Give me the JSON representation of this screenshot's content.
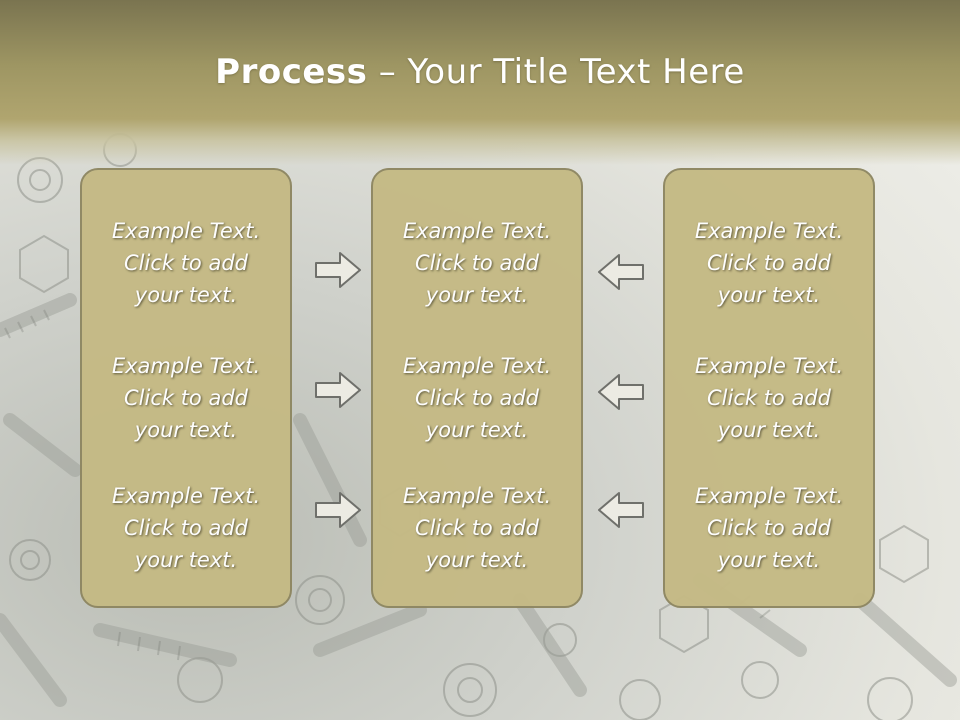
{
  "title": {
    "bold": "Process",
    "dash": " – ",
    "rest": "Your Title Text Here"
  },
  "columns": [
    {
      "items": [
        {
          "line1": "Example Text.",
          "line2": "Click  to add",
          "line3": "your text."
        },
        {
          "line1": "Example Text.",
          "line2": "Click  to add",
          "line3": "your text."
        },
        {
          "line1": "Example Text.",
          "line2": "Click  to add",
          "line3": "your text."
        }
      ]
    },
    {
      "items": [
        {
          "line1": "Example Text.",
          "line2": "Click  to add",
          "line3": "your text."
        },
        {
          "line1": "Example Text.",
          "line2": "Click  to add",
          "line3": "your text."
        },
        {
          "line1": "Example Text.",
          "line2": "Click  to add",
          "line3": "your text."
        }
      ]
    },
    {
      "items": [
        {
          "line1": "Example Text.",
          "line2": "Click  to add",
          "line3": "your text."
        },
        {
          "line1": "Example Text.",
          "line2": "Click  to add",
          "line3": "your text."
        },
        {
          "line1": "Example Text.",
          "line2": "Click  to add",
          "line3": "your text."
        }
      ]
    }
  ],
  "arrows": {
    "left_group": "arrow-right-icon",
    "right_group": "arrow-left-icon"
  },
  "colors": {
    "header": "#9e9663",
    "box_fill": "#c5ba85",
    "box_border": "#8e8762",
    "text": "#ffffff"
  }
}
